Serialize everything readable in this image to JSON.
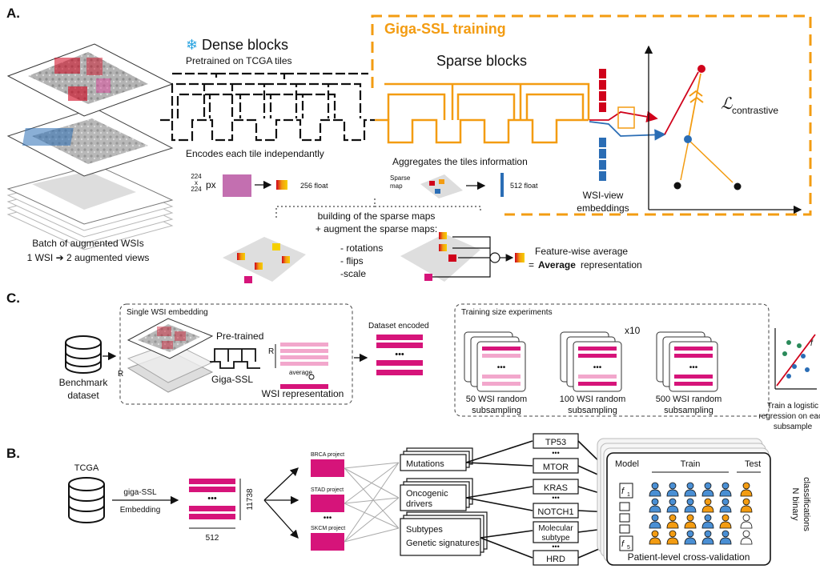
{
  "colors": {
    "orange": "#f39c12",
    "magenta": "#d6147a",
    "pink": "#f2a7cc",
    "blue": "#2a6db5",
    "red": "#d0021b",
    "snow": "#29a3e0"
  },
  "panelA": {
    "label": "A.",
    "batch_line1": "Batch of augmented WSIs",
    "batch_line2": "1 WSI ➔ 2 augmented views",
    "snowflake": "❄",
    "dense_title": "Dense blocks",
    "dense_sub": "Pretrained on TCGA tiles",
    "encodes": "Encodes each tile independantly",
    "tile_w": "224",
    "tile_x": "x",
    "tile_h": "224",
    "px": "px",
    "float256": "256 float",
    "giga_title": "Giga-SSL training",
    "sparse_title": "Sparse blocks",
    "aggregates": "Aggregates the tiles information",
    "sparse_map_1": "Sparse",
    "sparse_map_2": "map",
    "float512": "512 float",
    "wsi_view_1": "WSI-view",
    "wsi_view_2": "embeddings",
    "loss_symbol": "ℒ",
    "loss_sub": "contrastive",
    "building_1": "building of the sparse maps",
    "building_2": "+ augment the sparse maps:",
    "aug_rot": "- rotations",
    "aug_flip": "- flips",
    "aug_scale": "-scale",
    "fw_avg": "Feature-wise average",
    "avg_bold": "Average",
    "avg_rest": "representation",
    "eq": "="
  },
  "panelC": {
    "label": "C.",
    "benchmark_1": "Benchmark",
    "benchmark_2": "dataset",
    "single_wsi": "Single WSI embedding",
    "pretrained": "Pre-trained",
    "gigassl": "Giga-SSL",
    "r_label": "R",
    "average": "average",
    "wsi_rep": "WSI representation",
    "dataset_encoded": "Dataset encoded",
    "training_size": "Training size experiments",
    "x10": "x10",
    "sub50_1": "50 WSI random",
    "sub100_1": "100 WSI random",
    "sub500_1": "500 WSI random",
    "subsampling": "subsampling",
    "logreg_1": "Train a logistic",
    "logreg_2": "regression on each",
    "logreg_3": "subsample",
    "f_label": "f",
    "dots": "•••"
  },
  "panelB": {
    "label": "B.",
    "tcga": "TCGA",
    "giga": "giga-SSL",
    "embedding": "Embedding",
    "dim_h": "11738",
    "dim_w": "512",
    "brca": "BRCA project",
    "stad": "STAD project",
    "skcm": "SKCM project",
    "mutations": "Mutations",
    "oncogenic_1": "Oncogenic",
    "oncogenic_2": "drivers",
    "subtypes": "Subtypes",
    "genetic": "Genetic signatures",
    "tp53": "TP53",
    "mtor": "MTOR",
    "kras": "KRAS",
    "notch1": "NOTCH1",
    "molecular_1": "Molecular",
    "molecular_2": "subtype",
    "hrd": "HRD",
    "model": "Model",
    "train": "Train",
    "test": "Test",
    "f1": "1",
    "f5": "5",
    "cv": "Patient-level cross-validation",
    "nbinary_1": "N binary",
    "nbinary_2": "classifications"
  }
}
